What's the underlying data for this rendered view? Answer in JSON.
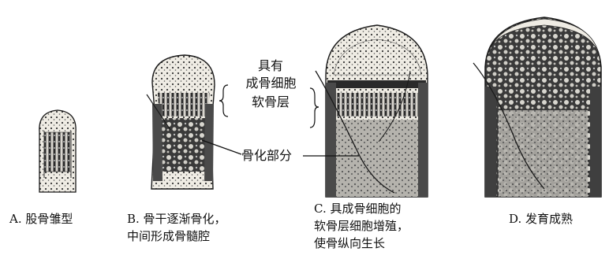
{
  "annotations": {
    "cartilage_layer": [
      "具有",
      "成骨细胞",
      "软骨层"
    ],
    "ossified_part": "骨化部分"
  },
  "captions": {
    "a": [
      "A. 股骨雏型"
    ],
    "b": [
      "B.  骨干逐渐骨化，",
      "中间形成骨髓腔"
    ],
    "c": [
      "C. 具成骨细胞的",
      "软骨层细胞增殖，",
      "使骨纵向生长"
    ],
    "d": [
      "D. 发育成熟"
    ]
  },
  "colors": {
    "ink": "#1a1a1a",
    "cartilage": "#efece4",
    "shaft": "#4a4a4a",
    "growth_plate": "#2a2a2a",
    "marrow": "#8d8d8d"
  }
}
